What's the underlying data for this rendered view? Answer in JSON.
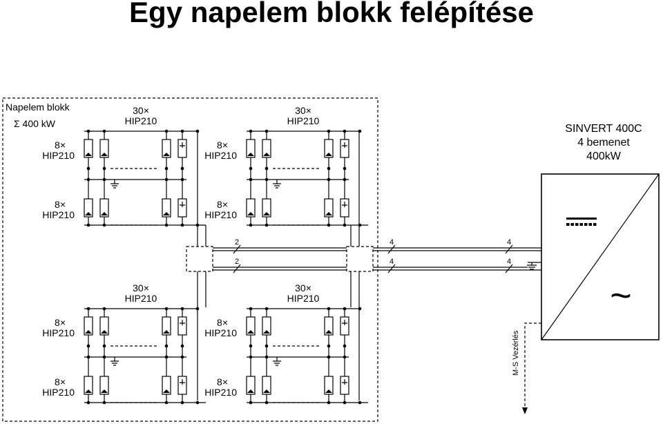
{
  "title": "Egy napelem blokk felépítése",
  "block": {
    "label": "Napelem blokk",
    "power": "Σ 400 kW"
  },
  "groups": [
    {
      "count": "30×",
      "model": "HIP210",
      "strings": [
        {
          "count": "8×",
          "model": "HIP210"
        },
        {
          "count": "8×",
          "model": "HIP210"
        }
      ]
    },
    {
      "count": "30×",
      "model": "HIP210",
      "strings": [
        {
          "count": "8×",
          "model": "HIP210"
        },
        {
          "count": "8×",
          "model": "HIP210"
        }
      ]
    },
    {
      "count": "30×",
      "model": "HIP210",
      "strings": [
        {
          "count": "8×",
          "model": "HIP210"
        },
        {
          "count": "8×",
          "model": "HIP210"
        }
      ]
    },
    {
      "count": "30×",
      "model": "HIP210",
      "strings": [
        {
          "count": "8×",
          "model": "HIP210"
        },
        {
          "count": "8×",
          "model": "HIP210"
        }
      ]
    }
  ],
  "bus_counts": {
    "left_top": "2",
    "left_bottom": "2",
    "mid_top": "4",
    "mid_bottom": "4",
    "right_top": "4",
    "right_bottom": "4"
  },
  "inverter": {
    "name": "SINVERT 400C",
    "inputs": "4 bemenet",
    "power": "400kW",
    "ac_symbol": "~"
  },
  "control": {
    "label": "M-S Vezérlés"
  }
}
